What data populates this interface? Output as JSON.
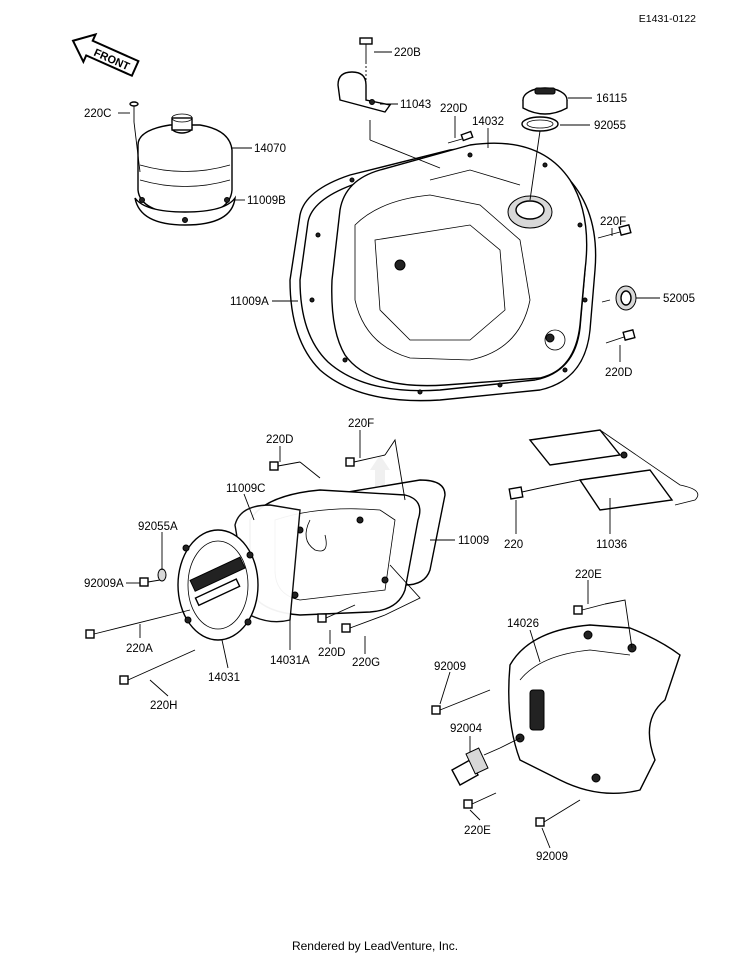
{
  "diagram": {
    "reference_code": "E1431-0122",
    "front_arrow_label": "FRONT",
    "footer": "Rendered by LeadVenture, Inc.",
    "parts": {
      "p220B": "220B",
      "p11043": "11043",
      "p220D_top": "220D",
      "p14032": "14032",
      "p16115": "16115",
      "p92055": "92055",
      "p220C": "220C",
      "p14070": "14070",
      "p11009B": "11009B",
      "p220F_right": "220F",
      "p11009A": "11009A",
      "p52005": "52005",
      "p220D_right": "220D",
      "p220D_mid": "220D",
      "p220F_mid": "220F",
      "p11009C": "11009C",
      "p92055A": "92055A",
      "p11009": "11009",
      "p220": "220",
      "p11036": "11036",
      "p92009A": "92009A",
      "p220A": "220A",
      "p220D_low": "220D",
      "p220G": "220G",
      "p14031A": "14031A",
      "p14031": "14031",
      "p220H": "220H",
      "p220E_top": "220E",
      "p14026": "14026",
      "p92009_top": "92009",
      "p92004": "92004",
      "p220E_bottom": "220E",
      "p92009_bottom": "92009"
    }
  }
}
